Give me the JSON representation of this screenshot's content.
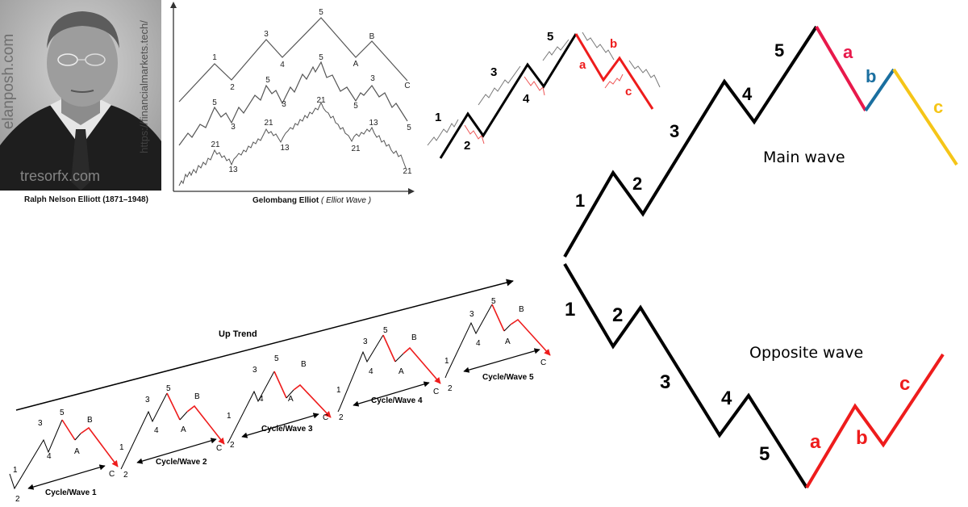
{
  "portrait": {
    "watermark_left": "elanposh.com",
    "watermark_right": "https://financialmarkets.tech/",
    "watermark_bottom": "tresorfx.com",
    "caption": "Ralph Nelson Elliott (1871–1948)"
  },
  "fractal_chart": {
    "caption_main": "Gelombang Elliot",
    "caption_italic": "( Elliot Wave )",
    "top_labels": [
      "1",
      "2",
      "3",
      "4",
      "5",
      "A",
      "B",
      "C"
    ],
    "mid_labels": [
      "5",
      "3",
      "5",
      "3",
      "5",
      "5",
      "3",
      "5"
    ],
    "low_labels": [
      "21",
      "13",
      "21",
      "13",
      "21",
      "21",
      "13",
      "21"
    ]
  },
  "small_wave": {
    "impulse_labels": [
      "1",
      "2",
      "3",
      "4",
      "5"
    ],
    "correction_labels": [
      "a",
      "b",
      "c"
    ],
    "impulse_color": "#000000",
    "correction_color": "#ee1c1c",
    "sub_color": "#777777"
  },
  "main_wave": {
    "title": "Main wave",
    "impulse_labels": [
      "1",
      "2",
      "3",
      "4",
      "5"
    ],
    "correction_labels": [
      "a",
      "b",
      "c"
    ],
    "colors": {
      "impulse": "#000000",
      "a": "#e8194b",
      "b": "#1a6fa0",
      "c": "#f5c518"
    }
  },
  "opposite_wave": {
    "title": "Opposite wave",
    "impulse_labels": [
      "1",
      "2",
      "3",
      "4",
      "5"
    ],
    "correction_labels": [
      "a",
      "b",
      "c"
    ],
    "colors": {
      "impulse": "#000000",
      "correction": "#ee1c1c"
    }
  },
  "uptrend": {
    "title": "Up Trend",
    "cycles": [
      {
        "label": "Cycle/Wave 1"
      },
      {
        "label": "Cycle/Wave 2"
      },
      {
        "label": "Cycle/Wave 3"
      },
      {
        "label": "Cycle/Wave 4"
      },
      {
        "label": "Cycle/Wave 5"
      }
    ],
    "wave_labels": [
      "1",
      "2",
      "3",
      "4",
      "5",
      "A",
      "B",
      "C"
    ]
  }
}
